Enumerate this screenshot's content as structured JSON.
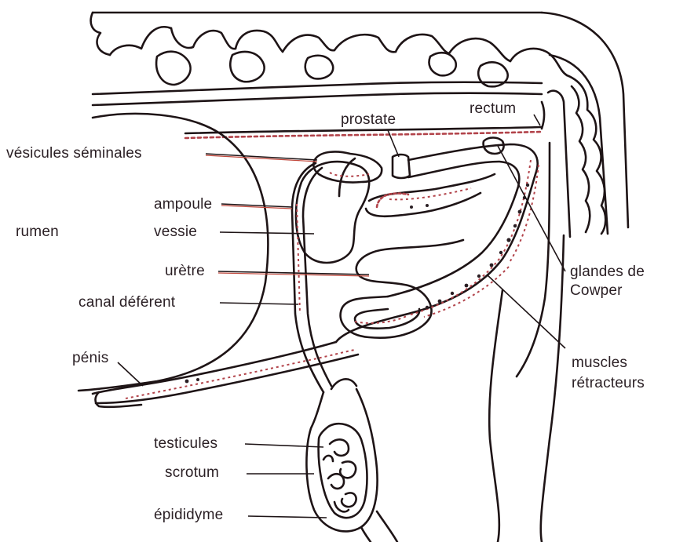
{
  "diagram": {
    "labels": {
      "vesicules_seminales": "vésicules séminales",
      "ampoule": "ampoule",
      "rumen": "rumen",
      "vessie": "vessie",
      "uretre": "urètre",
      "canal_deferent": "canal déférent",
      "penis": "pénis",
      "testicules": "testicules",
      "scrotum": "scrotum",
      "epididyme": "épididyme",
      "prostate": "prostate",
      "rectum": "rectum",
      "glandes_de_cowper_line1": "glandes de",
      "glandes_de_cowper_line2": "Cowper",
      "muscles_retracteurs_line1": "muscles",
      "muscles_retracteurs_line2": "rétracteurs"
    },
    "colors": {
      "outline": "#1e1416",
      "leader": "#c1483c",
      "stipple": "#b2434a"
    }
  }
}
